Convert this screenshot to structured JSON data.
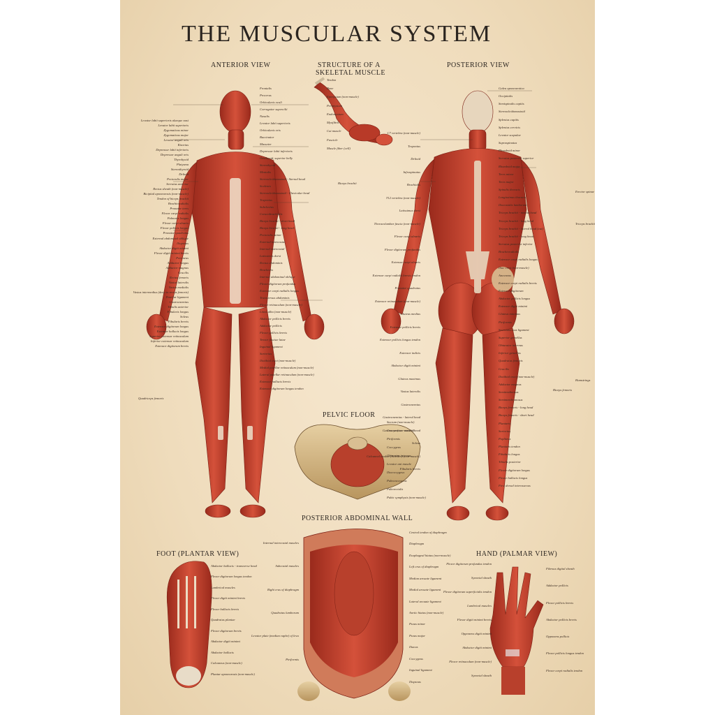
{
  "title": "THE MUSCULAR SYSTEM",
  "sections": {
    "anterior": "ANTERIOR VIEW",
    "structure_l1": "STRUCTURE OF A",
    "structure_l2": "SKELETAL MUSCLE",
    "posterior": "POSTERIOR VIEW",
    "pelvic": "PELVIC FLOOR",
    "abdominal": "POSTERIOR ABDOMINAL WALL",
    "foot": "FOOT (PLANTAR VIEW)",
    "hand": "HAND (PALMAR VIEW)"
  },
  "labels": {
    "ant_left": [
      "Levator labii superioris alaeque nasi",
      "Levator labii superioris",
      "Zygomaticus minor",
      "Zygomaticus major",
      "Levator anguli oris",
      "Risorius",
      "Depressor labii inferioris",
      "Depressor anguli oris",
      "Thyrohyoid",
      "Platysma",
      "Sternothyroid",
      "Deltoid",
      "Pectoralis major",
      "Serratus anterior",
      "Rectus sheath (non-muscle)",
      "Bicipital aponeurosis (non-muscle)",
      "Tendon of biceps brachii",
      "Brachioradialis",
      "Pronator teres",
      "Flexor carpi radialis",
      "Palmaris longus",
      "Flexor carpi ulnaris",
      "Flexor pollicis longus",
      "Pronator quadratus",
      "External abdominal oblique",
      "Iliopsoas",
      "Abductor digiti minimi",
      "Flexor digiti minimi brevis",
      "Pectineus",
      "Adductor longus",
      "Adductor magnus",
      "Gracilis",
      "Rectus femoris",
      "Vastus lateralis",
      "Vastus medialis",
      "Vastus intermedius (deep to rectus femoris)",
      "Patellar ligament",
      "Gastrocnemius",
      "Tibialis anterior",
      "Fibularis longus",
      "Soleus",
      "Fibularis brevis",
      "Extensor digitorum longus",
      "Extensor hallucis longus",
      "Superior extensor retinaculum",
      "Inferior extensor retinaculum",
      "Extensor digitorum brevis"
    ],
    "ant_group": "Quadriceps femoris",
    "ant_right": [
      "Frontalis",
      "Procerus",
      "Orbicularis oculi",
      "Corrugator supercilii",
      "Nasalis",
      "Levator labii superioris",
      "Orbicularis oris",
      "Buccinator",
      "Masseter",
      "Depressor labii inferioris",
      "Omohyoid, superior belly",
      "Sternohyoid",
      "Mentalis",
      "Sternocleidomastoid - Sternal head",
      "Scalenes",
      "Sternocleidomastoid - Clavicular head",
      "Trapezius",
      "Subclavius",
      "Coracobrachialis",
      "Biceps brachii - short head",
      "Biceps brachii - long head",
      "Pectoralis minor",
      "External intercostal",
      "Internal intercostal",
      "Latissimus dorsi",
      "Rectus abdominis",
      "Brachialis",
      "Internal abdominal oblique",
      "Flexor digitorum profundus",
      "Extensor carpi radialis longus",
      "Transversus abdominis",
      "Flexor retinaculum (non-muscle)",
      "Linea alba (non-muscle)",
      "Abductor pollicis brevis",
      "Adductor pollicis",
      "Flexor pollicis brevis",
      "Tensor fasciae latae",
      "Inguinal ligament",
      "Sartorius",
      "Iliotibial tract (non-muscle)",
      "Medial patellar retinaculum (non-muscle)",
      "Lateral patellar retinaculum (non-muscle)",
      "Extensor hallucis brevis",
      "Extensor digitorum longus tendon"
    ],
    "ant_group_r": "Biceps brachii",
    "struct": [
      "Tendon",
      "Bone",
      "Epimysium (non-muscle)",
      "Perimysium",
      "Endomysium",
      "Myofibril",
      "Cut muscle",
      "Fascicle",
      "Muscle fiber (cell)"
    ],
    "post_left": [
      "C7 vertebra (non-muscle)",
      "Trapezius",
      "Deltoid",
      "Infraspinatus",
      "Brachialis",
      "T12 vertebra (non-muscle)",
      "Latissimus dorsi",
      "Thoracolumbar fascia (non-muscle)",
      "Flexor carpi ulnaris",
      "Flexor digitorum profundus",
      "Extensor carpi ulnaris",
      "Extensor carpi radialis brevis tendon",
      "Pronator quadratus",
      "Extensor retinaculum (non-muscle)",
      "Gluteus medius",
      "Extensor pollicis brevis",
      "Extensor pollicis longus tendon",
      "Extensor indicis",
      "Abductor digiti minimi",
      "Gluteus maximus",
      "Vastus lateralis",
      "Gastrocnemius",
      "Gastrocnemius - lateral head",
      "Gastrocnemius - medial head",
      "Soleus",
      "Calcaneal tendon (Achilles) (non-muscle)",
      "Fibularis brevis"
    ],
    "post_right": [
      "Galea aponeurotica",
      "Occipitalis",
      "Semispinalis capitis",
      "Sternocleidomastoid",
      "Splenius capitis",
      "Splenius cervicis",
      "Levator scapulae",
      "Supraspinatus",
      "Rhomboid minor",
      "Serratus posterior superior",
      "Rhomboid major",
      "Teres minor",
      "Teres major",
      "Spinalis thoracis",
      "Longissimus thoracis",
      "Iliocostalis lumborum",
      "Triceps brachii - medial head",
      "Triceps brachii - long head",
      "Triceps brachii - lateral head (cut)",
      "Triceps brachii - long head",
      "Serratus posterior inferior",
      "Brachioradialis",
      "Extensor carpi radialis longus",
      "Iliac crest (non-muscle)",
      "Anconeus",
      "Extensor carpi radialis brevis",
      "Extensor digitorum",
      "Abductor pollicis longus",
      "Extensor digiti minimi",
      "Gluteus minimus",
      "Piriformis",
      "Sacrotuberous ligament",
      "Superior gemellus",
      "Obturator internus",
      "Inferior gemellus",
      "Quadratus femoris",
      "Gracilis",
      "Iliotibial tract (non-muscle)",
      "Adductor magnus",
      "Semitendinosus",
      "Semimembranosus",
      "Biceps femoris - long head",
      "Biceps femoris - short head",
      "Plantaris",
      "Sartorius",
      "Popliteus",
      "Plantaris tendon",
      "Fibularis longus",
      "Tibialis posterior",
      "Flexor digitorum longus",
      "Flexor hallucis longus",
      "First dorsal interosseous"
    ],
    "post_group": [
      "Erector spinae",
      "Triceps brachii",
      "Hamstrings",
      "Biceps femoris"
    ],
    "pelvic": [
      "Sacrum (non-muscle)",
      "Coccyx (non-muscle)",
      "Piriformis",
      "Coccygeus",
      "Obturator internus",
      "Levator ani muscle",
      "Iliococcygeus",
      "Pubococcygeus",
      "Puborectalis",
      "Pubic symphysis (non-muscle)"
    ],
    "abd_left": [
      "Internal intercostal muscles",
      "Subcostal muscles",
      "Right crus of diaphragm",
      "Quadratus lumborum",
      "Levator plate (median raphe) of levator ani",
      "Piriformis"
    ],
    "abd_right": [
      "Central tendon of diaphragm",
      "Diaphragm",
      "Esophageal hiatus (non-muscle)",
      "Left crus of diaphragm",
      "Median arcuate ligament",
      "Medial arcuate ligament",
      "Lateral arcuate ligament",
      "Aortic hiatus (non-muscle)",
      "Psoas minor",
      "Psoas major",
      "Iliacus",
      "Coccygeus",
      "Inguinal ligament",
      "Iliopsoas"
    ],
    "foot": [
      "Abductor hallucis - transverse head",
      "Flexor digitorum longus tendon",
      "Lumbrical muscles",
      "Flexor digiti minimi brevis",
      "Flexor hallucis brevis",
      "Quadratus plantae",
      "Flexor digitorum brevis",
      "Abductor digiti minimi",
      "Abductor hallucis",
      "Calcaneus (non-muscle)",
      "Plantar aponeurosis (non-muscle)"
    ],
    "hand_left": [
      "Flexor digitorum profundus tendon",
      "Synovial sheath",
      "Flexor digitorum superficialis tendon",
      "Lumbrical muscles",
      "Flexor digiti minimi brevis",
      "Opponens digiti minimi",
      "Abductor digiti minimi",
      "Flexor retinaculum (non-muscle)",
      "Synovial sheath"
    ],
    "hand_right": [
      "Fibrous digital sheath",
      "Adductor pollicis",
      "Flexor pollicis brevis",
      "Abductor pollicis brevis",
      "Opponens pollicis",
      "Flexor pollicis longus tendon",
      "Flexor carpi radialis tendon"
    ]
  },
  "colors": {
    "muscle": "#c8402f",
    "muscle_dark": "#8e2418",
    "tendon": "#e9d9c2",
    "bone": "#d9bf92",
    "paper": "#f3e3c6"
  }
}
